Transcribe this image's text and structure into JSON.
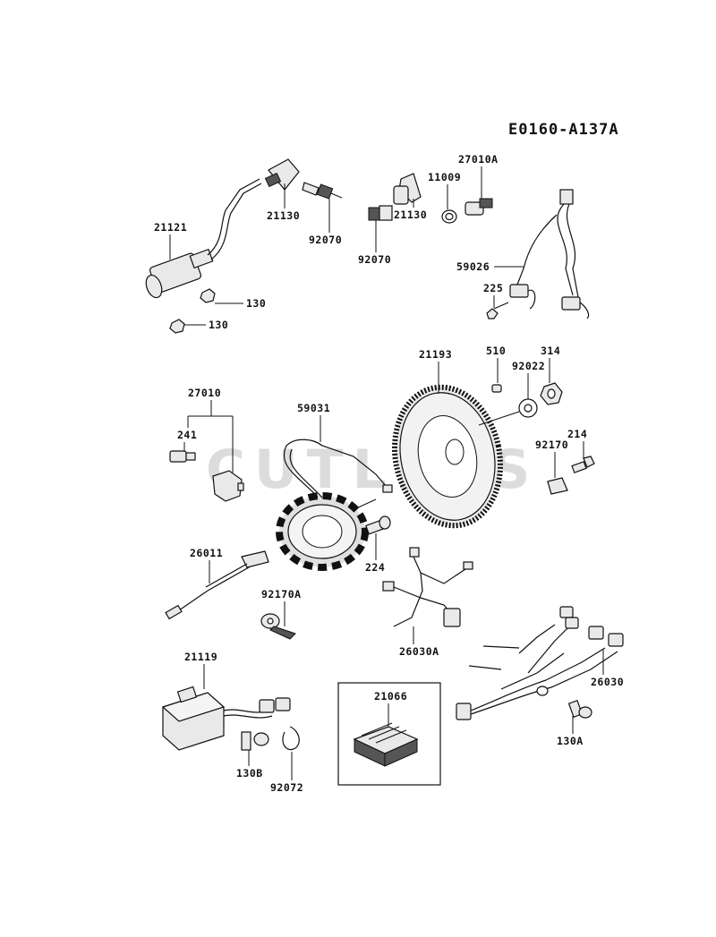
{
  "diagram": {
    "code": "E0160-A137A",
    "watermark": "CUTLERS",
    "parts": {
      "p21121": "21121",
      "p21130a": "21130",
      "p92070a": "92070",
      "p130a": "130",
      "p130b": "130",
      "p21130b": "21130",
      "p92070b": "92070",
      "p11009": "11009",
      "p27010a": "27010A",
      "p59026": "59026",
      "p225": "225",
      "p21193": "21193",
      "p510": "510",
      "p92022": "92022",
      "p314": "314",
      "p27010": "27010",
      "p241": "241",
      "p59031": "59031",
      "p92170": "92170",
      "p214": "214",
      "p224": "224",
      "p26011": "26011",
      "p92170A": "92170A",
      "p26030A": "26030A",
      "p21119": "21119",
      "p21066": "21066",
      "p26030": "26030",
      "p130A": "130A",
      "p130B": "130B",
      "p92072": "92072"
    }
  }
}
